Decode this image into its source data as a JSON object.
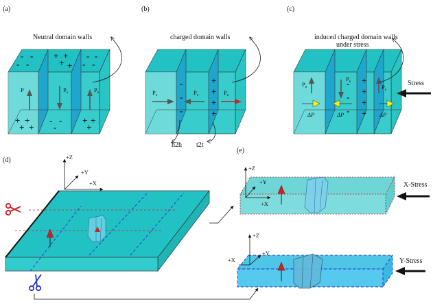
{
  "panels": {
    "a": {
      "tag": "(a)",
      "title": "Neutral domain walls",
      "p1": "P",
      "p2": "P",
      "p3": "P",
      "p2_sub": "s",
      "p3_sub": "s"
    },
    "b": {
      "tag": "(b)",
      "title": "charged domain walls",
      "p1": "P",
      "p2": "P",
      "p3": "P",
      "sub": "s",
      "h2h": "h2h",
      "t2t": "t2t"
    },
    "c": {
      "tag": "(c)",
      "title_line1": "induced charged domain walls",
      "title_line2": "under stress",
      "p": "P",
      "sub": "s",
      "dp": "ΔP",
      "stress": "Stress"
    },
    "d": {
      "tag": "(d)",
      "z": "+Z",
      "y": "+Y",
      "x": "+X"
    },
    "e": {
      "tag": "(e)",
      "z": "+Z",
      "y": "+Y",
      "x": "+X",
      "x_stress": "X-Stress",
      "y_stress": "Y-Stress"
    }
  },
  "charges": {
    "minus": "-",
    "plus": "+"
  },
  "colors": {
    "cyan_front": "#33cccc",
    "cyan_top": "#22c1c3",
    "cyan_light": "#9be6e6",
    "wall_blue": "#1fa6cc",
    "arrow_red": "#cc2222",
    "arrow_yellow": "#f5f500",
    "cut_red": "#d02020",
    "cut_blue": "#2233cc"
  },
  "icons": [
    "scissors-red-icon",
    "scissors-blue-icon",
    "stress-arrow-icon",
    "curved-arrow-icon"
  ]
}
